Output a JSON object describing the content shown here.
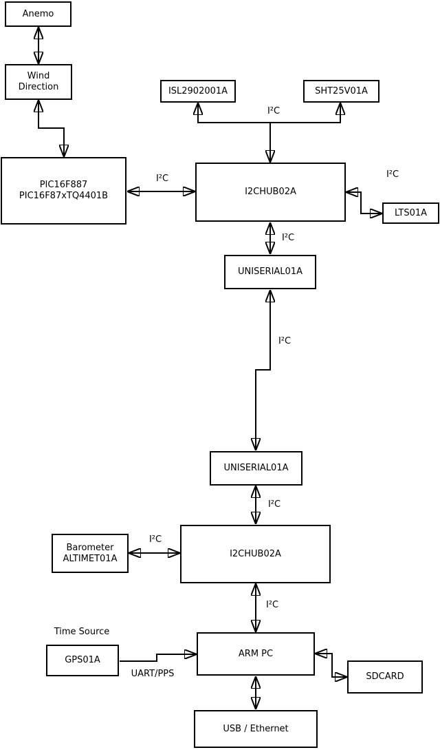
{
  "colors": {
    "background": "#ffffff",
    "stroke": "#000000",
    "text": "#000000"
  },
  "nodes": {
    "anemo": {
      "label": "Anemo"
    },
    "wind_direction": {
      "line1": "Wind",
      "line2": "Direction"
    },
    "pic": {
      "line1": "PIC16F887",
      "line2": "PIC16F87xTQ4401B"
    },
    "isl": {
      "label": "ISL2902001A"
    },
    "sht": {
      "label": "SHT25V01A"
    },
    "i2chub_top": {
      "label": "I2CHUB02A"
    },
    "lts": {
      "label": "LTS01A"
    },
    "uniserial_top": {
      "label": "UNISERIAL01A"
    },
    "uniserial_bottom": {
      "label": "UNISERIAL01A"
    },
    "i2chub_bottom": {
      "label": "I2CHUB02A"
    },
    "barometer": {
      "line1": "Barometer",
      "line2": "ALTIMET01A"
    },
    "arm_pc": {
      "label": "ARM PC"
    },
    "gps": {
      "label": "GPS01A"
    },
    "sdcard": {
      "label": "SDCARD"
    },
    "usb_ethernet": {
      "label": "USB / Ethernet"
    }
  },
  "bus_labels": {
    "i2c": "I²C",
    "time_source": "Time Source",
    "uart_pps": "UART/PPS"
  },
  "edges": [
    {
      "from": "Anemo",
      "to": "Wind Direction",
      "bidirectional": true
    },
    {
      "from": "Wind Direction",
      "to": "PIC16F887 PIC16F87xTQ4401B",
      "bidirectional": true
    },
    {
      "from": "PIC16F887 PIC16F87xTQ4401B",
      "to": "I2CHUB02A (top)",
      "bidirectional": true,
      "label": "I²C"
    },
    {
      "from": "I2CHUB02A (top)",
      "to": "ISL2902001A",
      "bidirectional": false,
      "label": "I²C"
    },
    {
      "from": "I2CHUB02A (top)",
      "to": "SHT25V01A",
      "bidirectional": false,
      "label": "I²C"
    },
    {
      "from": "I2CHUB02A (top)",
      "to": "LTS01A",
      "bidirectional": true,
      "label": "I²C"
    },
    {
      "from": "I2CHUB02A (top)",
      "to": "UNISERIAL01A (top)",
      "bidirectional": true,
      "label": "I²C"
    },
    {
      "from": "UNISERIAL01A (top)",
      "to": "UNISERIAL01A (bottom)",
      "bidirectional": true,
      "label": "I²C"
    },
    {
      "from": "UNISERIAL01A (bottom)",
      "to": "I2CHUB02A (bottom)",
      "bidirectional": true,
      "label": "I²C"
    },
    {
      "from": "Barometer ALTIMET01A",
      "to": "I2CHUB02A (bottom)",
      "bidirectional": true,
      "label": "I²C"
    },
    {
      "from": "I2CHUB02A (bottom)",
      "to": "ARM PC",
      "bidirectional": true,
      "label": "I²C"
    },
    {
      "from": "GPS01A",
      "to": "ARM PC",
      "bidirectional": false,
      "label": "UART/PPS"
    },
    {
      "from": "ARM PC",
      "to": "SDCARD",
      "bidirectional": true
    },
    {
      "from": "ARM PC",
      "to": "USB / Ethernet",
      "bidirectional": true
    }
  ]
}
